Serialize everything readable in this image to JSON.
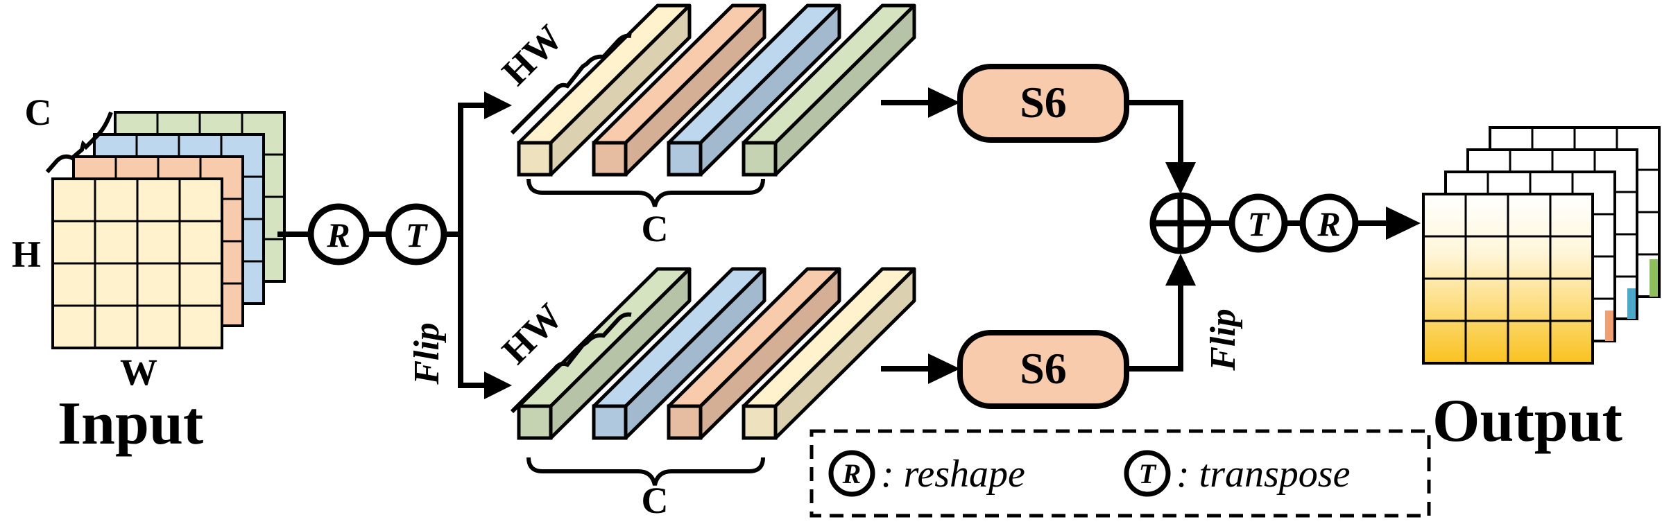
{
  "labels": {
    "input_title": "Input",
    "output_title": "Output",
    "input_c": "C",
    "input_h": "H",
    "input_w": "W",
    "hw_top": "HW",
    "hw_bottom": "HW",
    "c_top": "C",
    "c_bottom": "C",
    "flip_left": "Flip",
    "flip_right": "Flip",
    "s6_top": "S6",
    "s6_bottom": "S6",
    "op_r": "R",
    "op_t": "T",
    "sum_symbol": "⊕"
  },
  "legend": {
    "r_symbol": "R",
    "r_text": ": reshape",
    "t_symbol": "T",
    "t_text": ": transpose"
  },
  "colors": {
    "yellow": "#FFF2CC",
    "peach": "#F8CBAD",
    "blue": "#BDD7EE",
    "green": "#D5E3C1",
    "s6_fill": "#F8CBAD",
    "line": "#000000"
  },
  "sequences": {
    "top": [
      "yellow",
      "peach",
      "blue",
      "green"
    ],
    "bottom": [
      "green",
      "blue",
      "peach",
      "yellow"
    ]
  }
}
